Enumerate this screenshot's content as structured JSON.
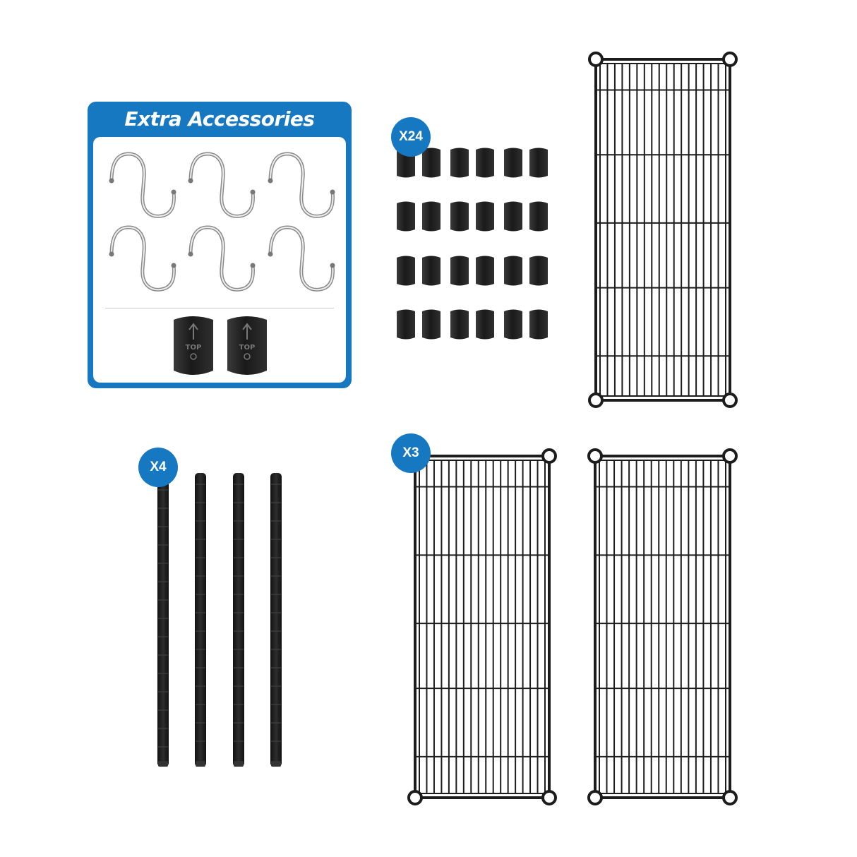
{
  "accessories_title": "Extra Accessories",
  "clips_quantity": "X24",
  "poles_quantity": "X4",
  "shelves_quantity": "X3",
  "clip_marking": "TOP",
  "colors": {
    "accent_blue": "#1778c2",
    "part_black": "#1c1c1c",
    "hook_chrome": "#b9b9b9"
  },
  "icons": [
    "s-hook-icon",
    "sleeve-clip-icon",
    "pole-icon",
    "wire-shelf-icon"
  ]
}
